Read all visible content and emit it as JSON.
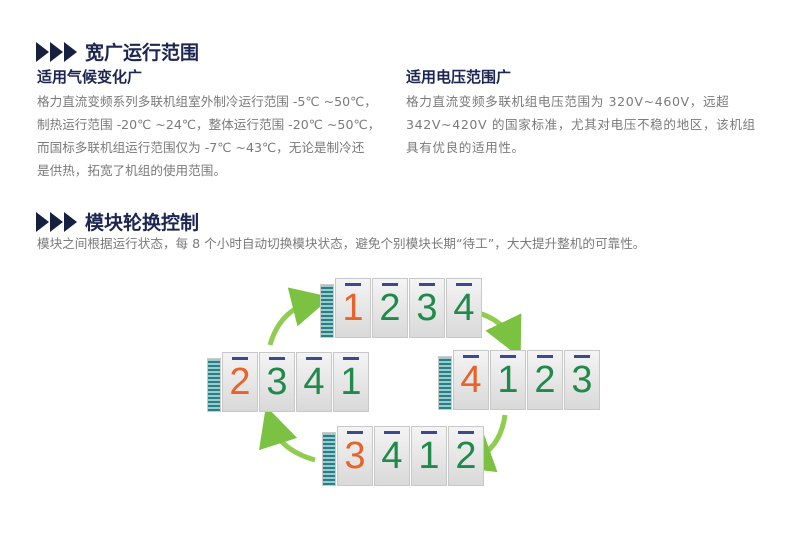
{
  "section1": {
    "title": "宽广运行范围",
    "left": {
      "subtitle": "适用气候变化广",
      "lines": [
        "格力直流变频系列多联机组室外制冷运行范围 -5℃ ~50℃，",
        "制热运行范围 -20℃ ~24℃，整体运行范围 -20℃ ~50℃，",
        "而国标多联机组运行范围仅为 -7℃ ~43℃，无论是制冷还",
        "是供热，拓宽了机组的使用范围。"
      ]
    },
    "right": {
      "subtitle": "适用电压范围广",
      "lines": [
        "格力直流变频多联机组电压范围为 320V~460V，远超",
        "342V~420V 的国家标准，尤其对电压不稳的地区，该机组",
        "具有优良的适用性。"
      ]
    }
  },
  "section2": {
    "title": "模块轮换控制",
    "text": "模块之间根据运行状态，每 8 个小时自动切换模块状态，避免个别模块长期“待工”，大大提升整机的可靠性。"
  },
  "diagram": {
    "groups": [
      [
        "1",
        "2",
        "3",
        "4"
      ],
      [
        "4",
        "1",
        "2",
        "3"
      ],
      [
        "3",
        "4",
        "1",
        "2"
      ],
      [
        "2",
        "3",
        "4",
        "1"
      ]
    ],
    "colors": {
      "active": "#e8622a",
      "standby": "#1f8a4a",
      "arrow": "#7cc242"
    }
  }
}
